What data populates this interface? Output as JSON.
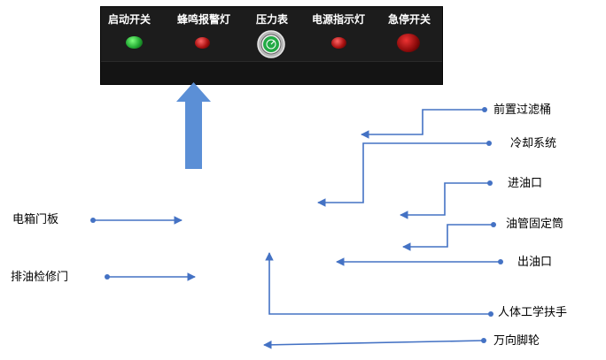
{
  "panel": {
    "labels": [
      "启动开关",
      "蜂鸣报警灯",
      "压力表",
      "电源指示灯",
      "急停开关"
    ]
  },
  "callouts": {
    "front_filter": "前置过滤桶",
    "cooling_system": "冷却系统",
    "oil_inlet": "进油口",
    "pipe_holder": "油管固定筒",
    "oil_outlet": "出油口",
    "ergonomic_handle": "人体工学扶手",
    "caster_wheel": "万向脚轮",
    "cabinet_door": "电箱门板",
    "drain_door": "排油检修门"
  },
  "colors": {
    "panel_bg": "#1c1c1c",
    "arrow_blue": "#4472c4",
    "big_arrow_blue": "#5b8fd6",
    "lamp_green": "#22aa33",
    "lamp_red": "#aa1111"
  },
  "icons": {
    "gauge": "pressure-gauge-icon"
  }
}
